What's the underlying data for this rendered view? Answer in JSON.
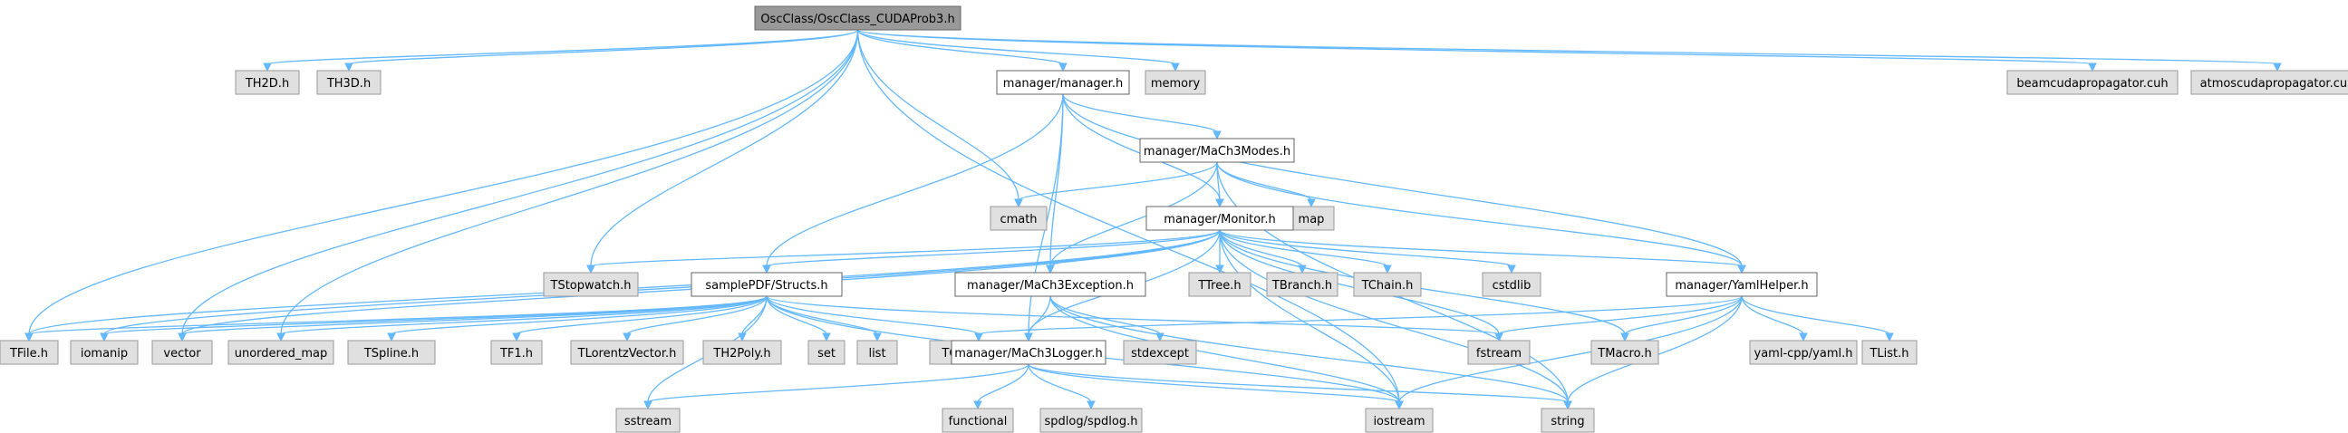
{
  "nodes": [
    {
      "id": "root",
      "label": "OscClass/OscClass_CUDAProb3.h",
      "kind": "root"
    },
    {
      "id": "th2d",
      "label": "TH2D.h",
      "kind": "std"
    },
    {
      "id": "th3d",
      "label": "TH3D.h",
      "kind": "std"
    },
    {
      "id": "manager",
      "label": "manager/manager.h",
      "kind": "prj"
    },
    {
      "id": "memory",
      "label": "memory",
      "kind": "std"
    },
    {
      "id": "beam",
      "label": "beamcudapropagator.cuh",
      "kind": "std"
    },
    {
      "id": "atmos",
      "label": "atmoscudapropagator.cuh",
      "kind": "std"
    },
    {
      "id": "modes",
      "label": "manager/MaCh3Modes.h",
      "kind": "prj"
    },
    {
      "id": "cmath",
      "label": "cmath",
      "kind": "std"
    },
    {
      "id": "map",
      "label": "map",
      "kind": "std"
    },
    {
      "id": "monitor",
      "label": "manager/Monitor.h",
      "kind": "prj"
    },
    {
      "id": "tstopwatch",
      "label": "TStopwatch.h",
      "kind": "std"
    },
    {
      "id": "structs",
      "label": "samplePDF/Structs.h",
      "kind": "prj"
    },
    {
      "id": "except",
      "label": "manager/MaCh3Exception.h",
      "kind": "prj"
    },
    {
      "id": "ttree",
      "label": "TTree.h",
      "kind": "std"
    },
    {
      "id": "tbranch",
      "label": "TBranch.h",
      "kind": "std"
    },
    {
      "id": "tchain",
      "label": "TChain.h",
      "kind": "std"
    },
    {
      "id": "cstdlib",
      "label": "cstdlib",
      "kind": "std"
    },
    {
      "id": "yaml",
      "label": "manager/YamlHelper.h",
      "kind": "prj"
    },
    {
      "id": "tfile",
      "label": "TFile.h",
      "kind": "std"
    },
    {
      "id": "iomanip",
      "label": "iomanip",
      "kind": "std"
    },
    {
      "id": "vector",
      "label": "vector",
      "kind": "std"
    },
    {
      "id": "umap",
      "label": "unordered_map",
      "kind": "std"
    },
    {
      "id": "tspline",
      "label": "TSpline.h",
      "kind": "std"
    },
    {
      "id": "tf1",
      "label": "TF1.h",
      "kind": "std"
    },
    {
      "id": "tlorentz",
      "label": "TLorentzVector.h",
      "kind": "std"
    },
    {
      "id": "th2poly",
      "label": "TH2Poly.h",
      "kind": "std"
    },
    {
      "id": "set",
      "label": "set",
      "kind": "std"
    },
    {
      "id": "list",
      "label": "list",
      "kind": "std"
    },
    {
      "id": "tobjstring",
      "label": "TObjString.h",
      "kind": "std"
    },
    {
      "id": "stdexcept",
      "label": "stdexcept",
      "kind": "std"
    },
    {
      "id": "fstream",
      "label": "fstream",
      "kind": "std"
    },
    {
      "id": "tmacro",
      "label": "TMacro.h",
      "kind": "std"
    },
    {
      "id": "yamlcpp",
      "label": "yaml-cpp/yaml.h",
      "kind": "std"
    },
    {
      "id": "tlist",
      "label": "TList.h",
      "kind": "std"
    },
    {
      "id": "logger",
      "label": "manager/MaCh3Logger.h",
      "kind": "prj"
    },
    {
      "id": "sstream",
      "label": "sstream",
      "kind": "std"
    },
    {
      "id": "functional",
      "label": "functional",
      "kind": "std"
    },
    {
      "id": "spdlog",
      "label": "spdlog/spdlog.h",
      "kind": "std"
    },
    {
      "id": "iostream",
      "label": "iostream",
      "kind": "std"
    },
    {
      "id": "string",
      "label": "string",
      "kind": "std"
    }
  ],
  "edges": [
    [
      "root",
      "th2d"
    ],
    [
      "root",
      "th3d"
    ],
    [
      "root",
      "manager"
    ],
    [
      "root",
      "memory"
    ],
    [
      "root",
      "beam"
    ],
    [
      "root",
      "atmos"
    ],
    [
      "root",
      "tfile"
    ],
    [
      "root",
      "vector"
    ],
    [
      "root",
      "umap"
    ],
    [
      "root",
      "tstopwatch"
    ],
    [
      "root",
      "cmath"
    ],
    [
      "root",
      "iostream"
    ],
    [
      "manager",
      "modes"
    ],
    [
      "manager",
      "monitor"
    ],
    [
      "manager",
      "except"
    ],
    [
      "manager",
      "logger"
    ],
    [
      "manager",
      "yaml"
    ],
    [
      "manager",
      "structs"
    ],
    [
      "modes",
      "cmath"
    ],
    [
      "modes",
      "map"
    ],
    [
      "modes",
      "monitor"
    ],
    [
      "modes",
      "except"
    ],
    [
      "modes",
      "yaml"
    ],
    [
      "modes",
      "string"
    ],
    [
      "monitor",
      "tstopwatch"
    ],
    [
      "monitor",
      "structs"
    ],
    [
      "monitor",
      "except"
    ],
    [
      "monitor",
      "logger"
    ],
    [
      "monitor",
      "ttree"
    ],
    [
      "monitor",
      "tbranch"
    ],
    [
      "monitor",
      "tchain"
    ],
    [
      "monitor",
      "cstdlib"
    ],
    [
      "monitor",
      "yaml"
    ],
    [
      "monitor",
      "iomanip"
    ],
    [
      "monitor",
      "tfile"
    ],
    [
      "monitor",
      "vector"
    ],
    [
      "monitor",
      "fstream"
    ],
    [
      "monitor",
      "tmacro"
    ],
    [
      "monitor",
      "string"
    ],
    [
      "monitor",
      "iostream"
    ],
    [
      "structs",
      "tfile"
    ],
    [
      "structs",
      "iomanip"
    ],
    [
      "structs",
      "vector"
    ],
    [
      "structs",
      "umap"
    ],
    [
      "structs",
      "tspline"
    ],
    [
      "structs",
      "tf1"
    ],
    [
      "structs",
      "tlorentz"
    ],
    [
      "structs",
      "th2poly"
    ],
    [
      "structs",
      "set"
    ],
    [
      "structs",
      "list"
    ],
    [
      "structs",
      "tobjstring"
    ],
    [
      "structs",
      "fstream"
    ],
    [
      "structs",
      "sstream"
    ],
    [
      "structs",
      "iostream"
    ],
    [
      "except",
      "logger"
    ],
    [
      "except",
      "stdexcept"
    ],
    [
      "except",
      "string"
    ],
    [
      "except",
      "iostream"
    ],
    [
      "yaml",
      "tobjstring"
    ],
    [
      "yaml",
      "fstream"
    ],
    [
      "yaml",
      "tmacro"
    ],
    [
      "yaml",
      "yamlcpp"
    ],
    [
      "yaml",
      "tlist"
    ],
    [
      "yaml",
      "iostream"
    ],
    [
      "yaml",
      "string"
    ],
    [
      "logger",
      "sstream"
    ],
    [
      "logger",
      "functional"
    ],
    [
      "logger",
      "spdlog"
    ],
    [
      "logger",
      "iostream"
    ],
    [
      "logger",
      "string"
    ]
  ]
}
